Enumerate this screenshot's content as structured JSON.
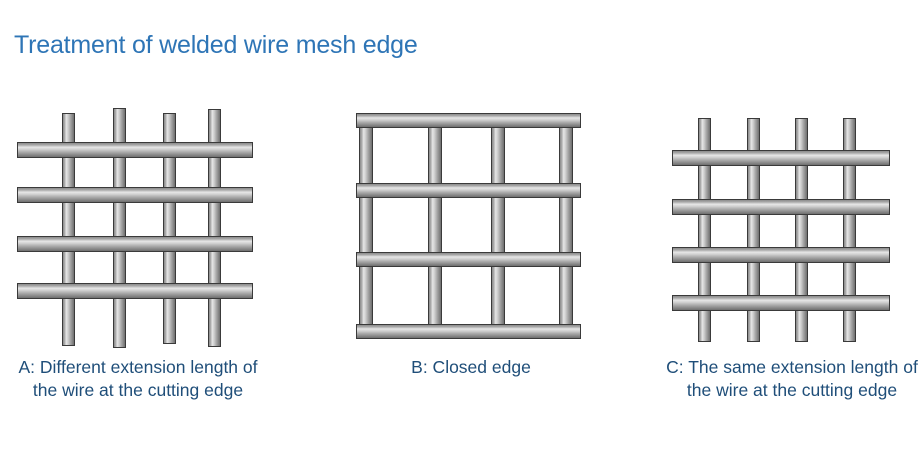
{
  "title": "Treatment of welded wire mesh edge",
  "colors": {
    "title": "#2E75B6",
    "caption": "#1F4E79",
    "wire_light": "#E6E6E6",
    "wire_mid": "#A9A9A9",
    "wire_dark": "#6F6F6F",
    "wire_outline": "#3A3A3A",
    "background": "#FFFFFF"
  },
  "panels": [
    {
      "id": "A",
      "caption": "A: Different extension length of the wire at the cutting edge",
      "edge_type": "different-extension",
      "horizontal_wire_count": 4,
      "vertical_wire_count": 4,
      "description": "Vertical wires project past the outermost horizontal wires by unequal amounts at the cut edge."
    },
    {
      "id": "B",
      "caption": "B: Closed edge",
      "edge_type": "closed",
      "horizontal_wire_count": 4,
      "vertical_wire_count": 4,
      "description": "Vertical wires terminate flush against the top and bottom horizontal wires, leaving no projecting ends."
    },
    {
      "id": "C",
      "caption": "C: The same extension length of the wire at the cutting edge",
      "edge_type": "same-extension",
      "horizontal_wire_count": 4,
      "vertical_wire_count": 4,
      "description": "Vertical wires project past the outermost horizontal wires by an identical amount at the cut edge."
    }
  ]
}
